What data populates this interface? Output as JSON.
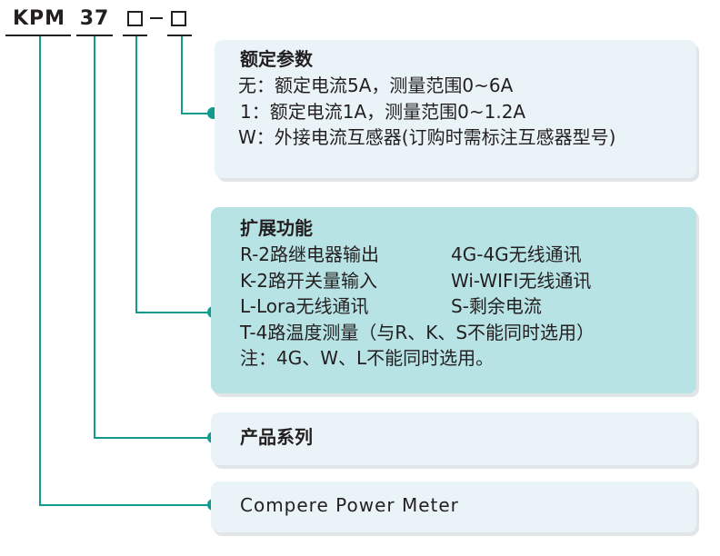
{
  "model_code": {
    "prefix": "KPM",
    "series": "37",
    "separator": "—"
  },
  "cards": {
    "rated": {
      "title": "额定参数",
      "lines": [
        "无：额定电流5A，测量范围0~6A",
        "1：额定电流1A，测量范围0~1.2A",
        "W：外接电流互感器(订购时需标注互感器型号)"
      ]
    },
    "expansion": {
      "title": "扩展功能",
      "rows": [
        {
          "left": "R-2路继电器输出",
          "right": "4G-4G无线通讯"
        },
        {
          "left": "K-2路开关量输入",
          "right": "Wi-WIFI无线通讯"
        },
        {
          "left": "L-Lora无线通讯",
          "right": "S-剩余电流"
        }
      ],
      "note1": "T-4路温度测量（与R、K、S不能同时选用）",
      "note2": "注：4G、W、L不能同时选用。"
    },
    "series": {
      "title": "产品系列"
    },
    "name": {
      "text": "Compere Power Meter"
    }
  },
  "colors": {
    "connector": "#0f9c8f",
    "card_light": "#eaf4f8",
    "card_teal": "#b8e3e5"
  }
}
